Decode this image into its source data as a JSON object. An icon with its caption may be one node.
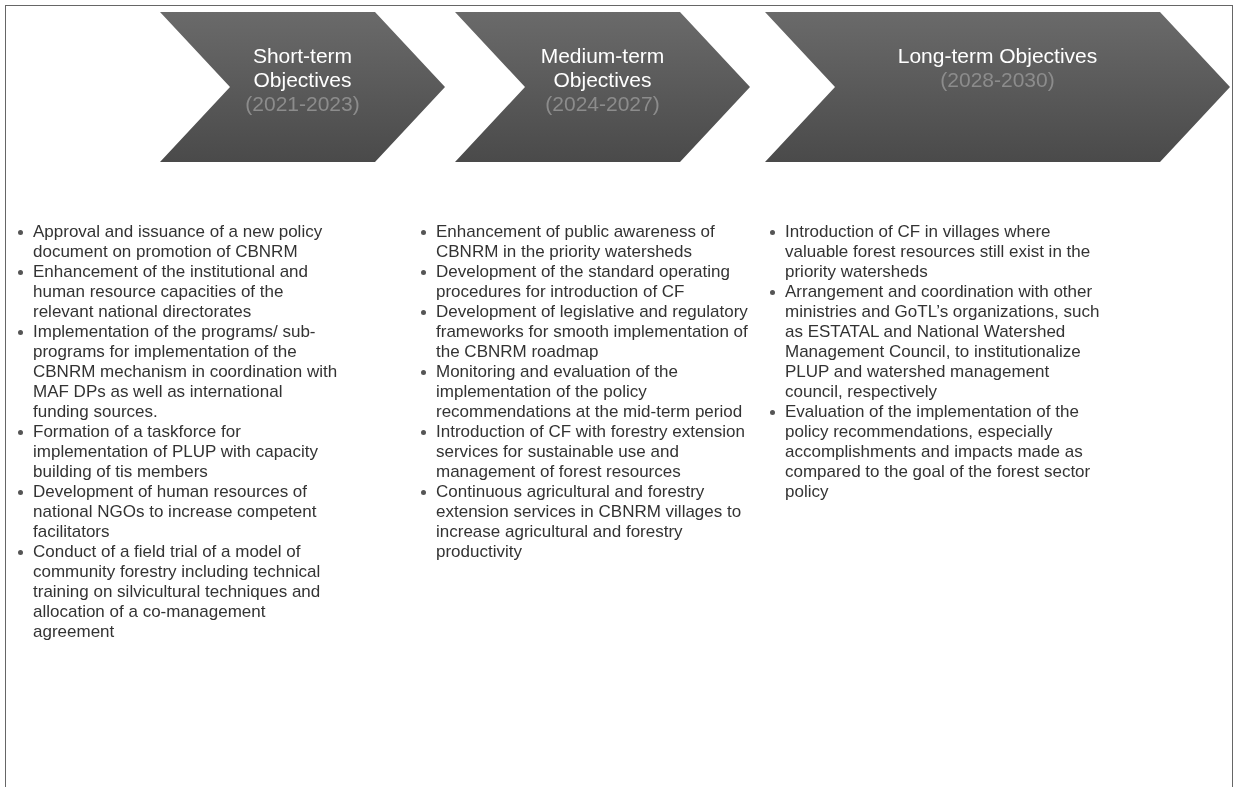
{
  "diagram": {
    "nodes": [
      {
        "text": [
          "Short-term Objectives",
          "(2021-2023)"
        ],
        "beside": [
          "Approval and issuance of a new policy document on promotion of CBNRM",
          "Enhancement of the institutional and human resource capacities of the relevant national directorates",
          "Implementation of the programs/ sub-programs for implementation of the CBNRM mechanism in coordination with MAF DPs as well as international funding sources.",
          "Formation of a taskforce for implementation of PLUP with capacity building of tis members",
          "Development of human resources of national NGOs to increase competent facilitators",
          "Conduct of a field trial of a model of community forestry including technical training on silvicultural techniques and allocation of a co-management agreement"
        ]
      },
      {
        "text": [
          "Medium-term Objectives",
          "(2024-2027)"
        ],
        "beside": [
          "Enhancement of public awareness of CBNRM in the priority watersheds",
          "Development of the standard operating procedures for introduction of CF",
          "Development of legislative and regulatory frameworks for smooth implementation of the CBNRM roadmap",
          "Monitoring and evaluation  of the implementation of the policy recommendations at the mid-term period",
          "Introduction of CF with forestry extension services for sustainable use and management of forest resources",
          "Continuous agricultural and forestry extension services in CBNRM villages to increase agricultural and forestry productivity"
        ]
      },
      {
        "text": [
          "Long-term Objectives",
          "(2028-2030)"
        ],
        "beside": [
          "Introduction of CF in villages where valuable forest resources still exist in the priority watersheds",
          "Arrangement and coordination with other ministries and GoTL’s organizations, such as ESTATAL and National Watershed Management Council, to institutionalize PLUP and watershed management council, respectively",
          "Evaluation of the implementation of the policy recommendations, especially accomplishments and impacts made as compared to the goal of the forest sector policy"
        ]
      }
    ],
    "edges": []
  }
}
